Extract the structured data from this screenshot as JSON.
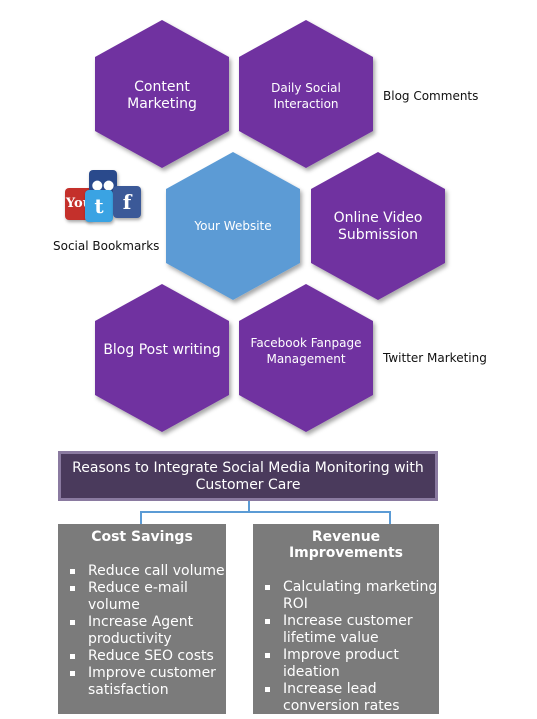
{
  "colors": {
    "hexagon_purple": "#7030a0",
    "hexagon_center_blue": "#5b9bd5",
    "reasons_box": "#4a3a5c",
    "panel_gray": "#7b7b7b",
    "connector_blue": "#5b9bd5"
  },
  "hexagons": {
    "content_marketing": "Content Marketing",
    "daily_social_interaction": "Daily Social Interaction",
    "your_website": "Your Website",
    "online_video_submission": "Online Video Submission",
    "blog_post_writing": "Blog Post writing",
    "facebook_fanpage_management": "Facebook Fanpage Management"
  },
  "side_labels": {
    "blog_comments": "Blog Comments",
    "social_bookmarks": "Social Bookmarks",
    "twitter_marketing": "Twitter Marketing"
  },
  "social_icons": [
    "youtube-icon",
    "myspace-icon",
    "twitter-icon",
    "facebook-icon"
  ],
  "reasons_title": "Reasons to Integrate Social Media Monitoring with Customer Care",
  "panels": {
    "cost_savings": {
      "title": "Cost Savings",
      "items": [
        "Reduce call volume",
        "Reduce e-mail volume",
        "Increase Agent productivity",
        "Reduce SEO costs",
        "Improve customer satisfaction"
      ]
    },
    "revenue_improvements": {
      "title": "Revenue Improvements",
      "items": [
        "Calculating marketing ROI",
        "Increase customer lifetime value",
        "Improve product ideation",
        "Increase lead conversion rates"
      ]
    }
  }
}
